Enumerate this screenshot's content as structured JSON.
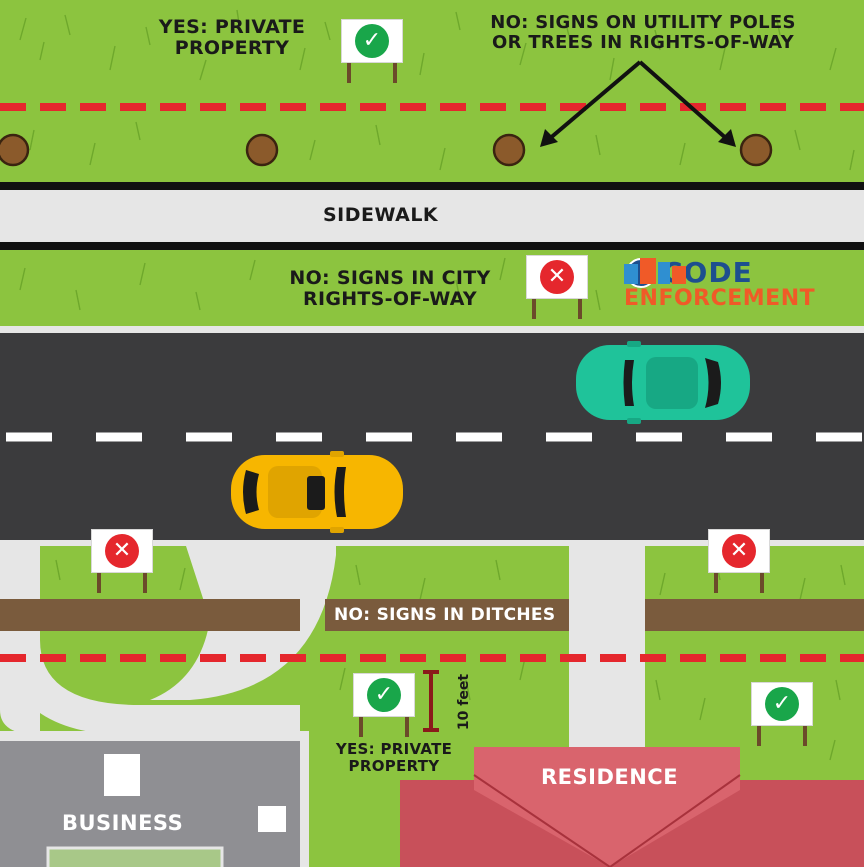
{
  "labels": {
    "yes_private_top": "YES: PRIVATE\nPROPERTY",
    "no_utility": "NO: SIGNS ON UTILITY POLES\nOR TREES IN RIGHTS-OF-WAY",
    "sidewalk": "SIDEWALK",
    "no_city_row": "NO: SIGNS IN CITY\nRIGHTS-OF-WAY",
    "no_ditches": "NO: SIGNS IN DITCHES",
    "yes_private_bottom": "YES: PRIVATE\nPROPERTY",
    "ten_feet": "10 feet",
    "residence": "RESIDENCE",
    "business": "BUSINESS"
  },
  "logo": {
    "line1": "CODE",
    "line2": "ENFORCEMENT"
  },
  "sign_glyphs": {
    "yes": "✓",
    "no": "✕"
  },
  "colors": {
    "grass": "#8cc43f",
    "road": "#3b3b3d",
    "sidewalk": "#e6e6e6",
    "ditch": "#7a5b3d",
    "property_line": "#e5272d",
    "yes": "#19a64a",
    "no": "#e5272d",
    "car_teal": "#1fc39a",
    "car_yellow": "#f7b600",
    "residence": "#c8505a",
    "business": "#8f8f93",
    "logo_blue": "#1d4f8f",
    "logo_orange": "#f05a28"
  }
}
